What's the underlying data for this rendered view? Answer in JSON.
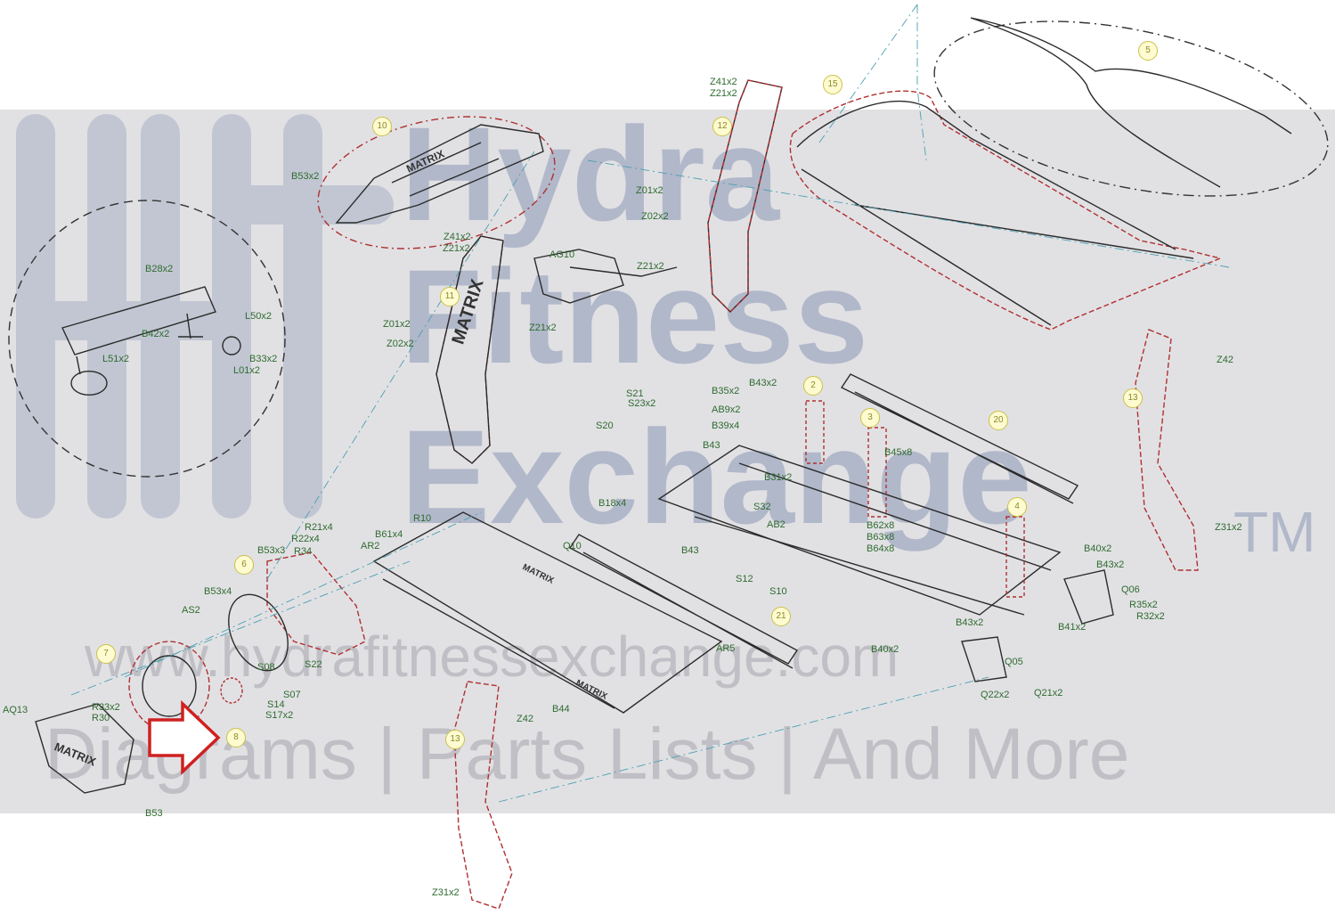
{
  "watermark": {
    "line1": "Hydra",
    "line2": "Fitness",
    "line3": "Exchange",
    "tm": "TM",
    "url": "www.hydrafitnessexchange.com",
    "tagline": "Diagrams | Parts Lists | And More"
  },
  "brand_marks": [
    "MATRIX"
  ],
  "callouts": [
    "2",
    "3",
    "4",
    "5",
    "6",
    "7",
    "8",
    "10",
    "11",
    "12",
    "13",
    "15",
    "20",
    "21"
  ],
  "part_labels": [
    "B53x2",
    "B28x2",
    "L50x2",
    "B42x2",
    "B33x2",
    "L01x2",
    "L51x2",
    "Z41x2",
    "Z21x2",
    "Z01x2",
    "Z02x2",
    "AG10",
    "Z21x2",
    "Z21x2",
    "Z41x2",
    "Z21x2",
    "Z01x2",
    "Z02x2",
    "Z42",
    "B35x2",
    "B43x2",
    "AB9x2",
    "B39x4",
    "B43",
    "B31x2",
    "B45x8",
    "S21",
    "S23x2",
    "S20",
    "B18x4",
    "S32",
    "AB2",
    "B43",
    "S12",
    "S10",
    "B62x8",
    "B63x8",
    "B64x8",
    "B40x2",
    "B43x2",
    "Z31x2",
    "Q06",
    "R35x2",
    "R32x2",
    "B41x2",
    "B43x2",
    "B40x2",
    "Q05",
    "Q22x2",
    "Q21x2",
    "R21x4",
    "R22x4",
    "R34",
    "AR2",
    "B61x4",
    "R10",
    "B53x3",
    "Q10",
    "B53x4",
    "AS2",
    "S08",
    "S22",
    "S07",
    "S14",
    "S17x2",
    "R33x2",
    "R30",
    "AQ13",
    "B53",
    "AR5",
    "B44",
    "Z42",
    "Z31x2"
  ],
  "colors": {
    "line": "#2b2b2b",
    "red_outline": "#b03030",
    "guide": "#4aa0b0",
    "label_green": "#2f6b2f",
    "callout_border": "#c9c04a",
    "callout_fill": "#fffbd0",
    "arrow_red": "#d02020",
    "watermark": "#7887aa"
  }
}
